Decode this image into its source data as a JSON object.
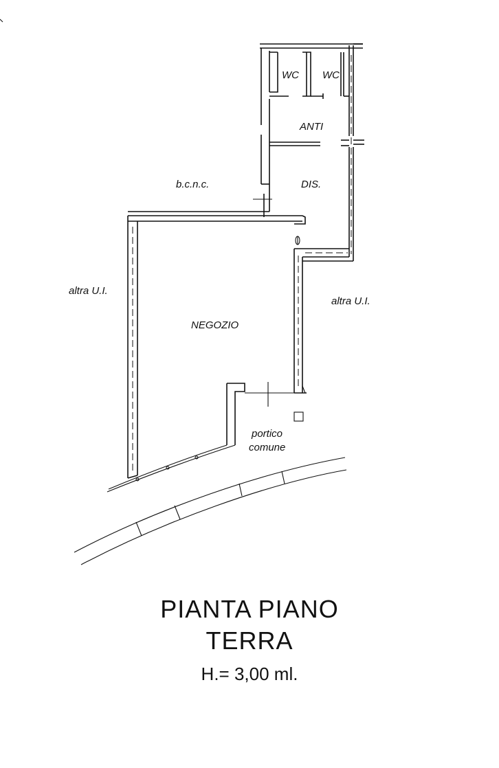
{
  "rooms": {
    "wc_left": "WC",
    "wc_right": "WC",
    "anti": "ANTI",
    "dis": "DIS.",
    "bcnc": "b.c.n.c.",
    "altra_left": "altra U.I.",
    "altra_right": "altra U.I.",
    "negozio": "NEGOZIO",
    "portico_line1": "portico",
    "portico_line2": "comune"
  },
  "title": {
    "line1": "PIANTA PIANO",
    "line2": "TERRA",
    "height": "H.= 3,00 ml."
  }
}
